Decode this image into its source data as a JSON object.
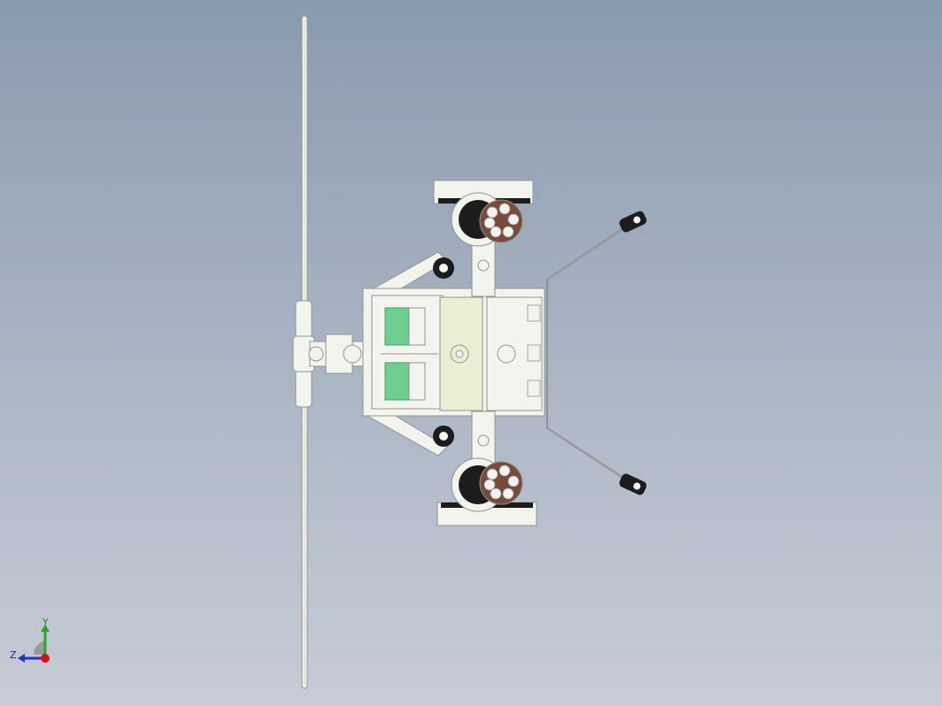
{
  "viewport": {
    "background_top": "#8a9aae",
    "background_bottom": "#c7ccd6"
  },
  "model": {
    "parts": {
      "propeller": "propeller",
      "front_motor_hub": "front-motor-hub",
      "body_frame": "body-frame",
      "battery_packs": "green-battery-packs",
      "top_wheel": "top-wheel",
      "bottom_wheel": "bottom-wheel",
      "tail_skid": "tail-skid-wire",
      "skid_pads": "skid-end-pads"
    },
    "colors": {
      "part_white": "#f4f4ee",
      "part_outline": "#8e9590",
      "battery_green": "#6ecf8e",
      "cream_block": "#eceed4",
      "wheel_black": "#1c1c1c",
      "hub_brown": "#7a4a3a"
    }
  },
  "triad": {
    "y_label": "Y",
    "z_label": "Z",
    "x_axis_color": "#e01010",
    "y_axis_color": "#22aa22",
    "z_axis_color": "#2233cc"
  }
}
